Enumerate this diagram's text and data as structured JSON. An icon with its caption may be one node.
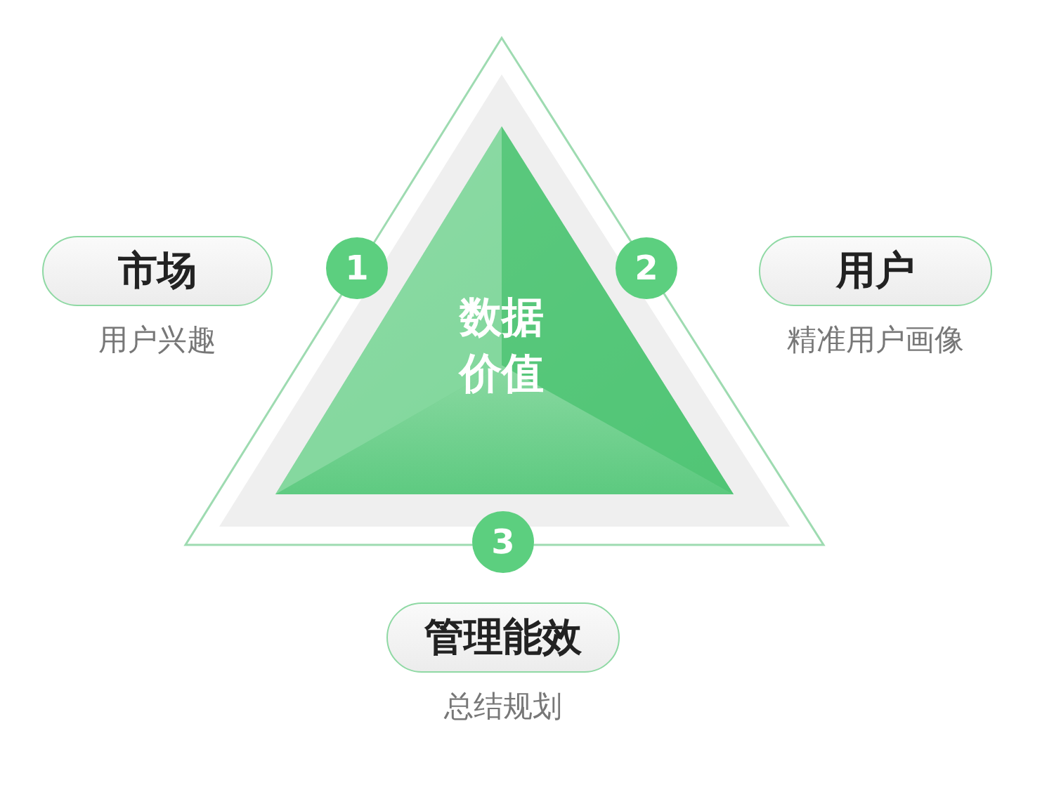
{
  "diagram": {
    "nodes": [
      {
        "text": [
          "数据价值"
        ]
      },
      {
        "text": [
          "1"
        ]
      },
      {
        "text": [
          "2"
        ]
      },
      {
        "text": [
          "3"
        ]
      },
      {
        "text": [
          "市场"
        ],
        "beside": [
          "用户兴趣"
        ]
      },
      {
        "text": [
          "用户"
        ],
        "beside": [
          "精准用户画像"
        ]
      },
      {
        "text": [
          "管理能效"
        ],
        "beside": [
          "总结规划"
        ]
      }
    ]
  }
}
